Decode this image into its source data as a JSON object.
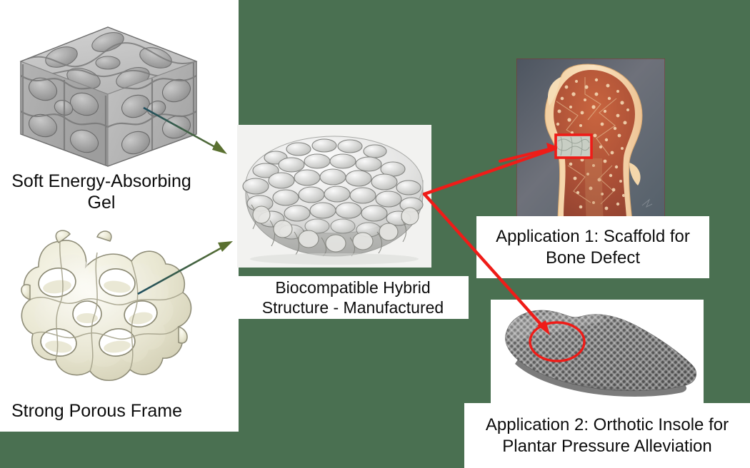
{
  "figure": {
    "background_color": "#4a7051",
    "panel_color": "#ffffff",
    "labels": {
      "gel": "Soft Energy-Absorbing Gel",
      "frame": "Strong Porous Frame",
      "middle_line1": "Biocompatible Hybrid",
      "middle_line2": "Structure - Manufactured",
      "application1_line1": "Application 1: Scaffold for",
      "application1_line2": "Bone Defect",
      "application2_line1": "Application 2: Orthotic Insole for",
      "application2_line2": "Plantar Pressure Alleviation"
    },
    "connectors": {
      "gel_arrow_color_start": "#1f4e5f",
      "gel_arrow_color_end": "#5a7030",
      "frame_arrow_color_start": "#1f4e5f",
      "frame_arrow_color_end": "#5a7030",
      "application_line_color": "#ef1c18"
    },
    "images": {
      "cube": "gyroid-unit-cell-gray-transparent",
      "frame": "tpms-porous-lattice-cream",
      "manufactured": "3d-printed-hybrid-lattice-disc",
      "bone": "femur-head-cross-section-with-scaffold-inset",
      "insole": "lattice-orthotic-insole-gray"
    },
    "annotations": {
      "bone_highlight_shape": "rectangle",
      "bone_highlight_color": "#ef1c18",
      "insole_highlight_shape": "ellipse",
      "insole_highlight_color": "#ef1c18"
    }
  }
}
